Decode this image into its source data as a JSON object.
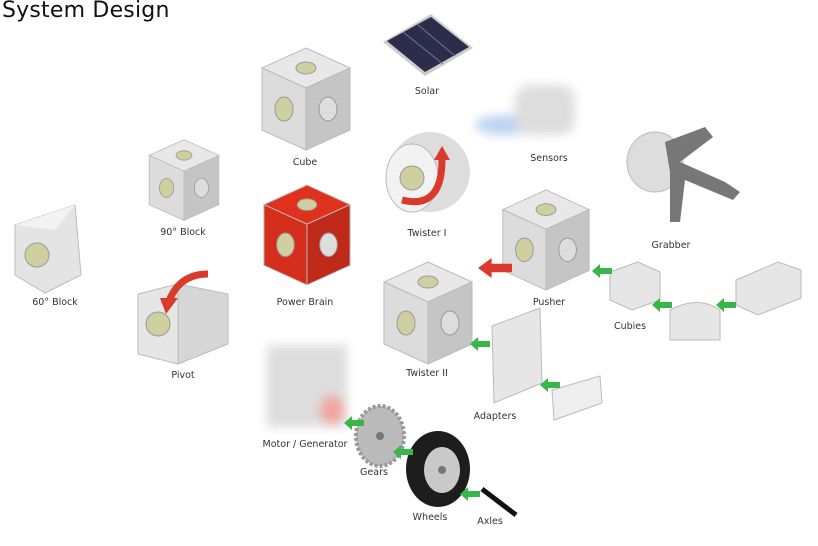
{
  "title": "System Design",
  "components": {
    "solar": "Solar",
    "cube": "Cube",
    "sensors": "Sensors",
    "block90": "90° Block",
    "twister1": "Twister I",
    "grabber": "Grabber",
    "block60": "60° Block",
    "power_brain": "Power Brain",
    "pusher": "Pusher",
    "cubies": "Cubies",
    "pivot": "Pivot",
    "twister2": "Twister II",
    "adapters": "Adapters",
    "motor": "Motor / Generator",
    "gears": "Gears",
    "wheels": "Wheels",
    "axles": "Axles"
  },
  "colors": {
    "power_brain": "#e0301e",
    "arrow_green": "#3ab54a",
    "arrow_red": "#d93a2b",
    "module": "#e6e6e6"
  }
}
